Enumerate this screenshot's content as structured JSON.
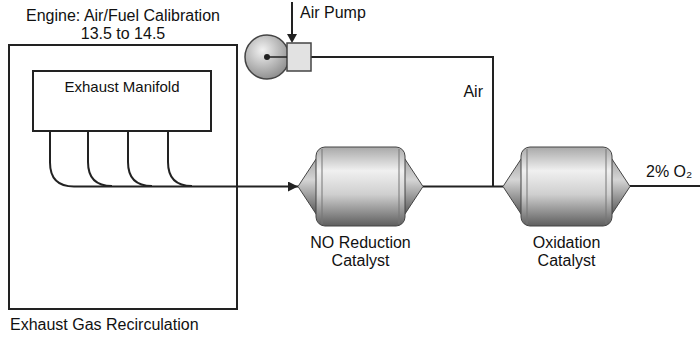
{
  "diagram": {
    "nodes": [
      {
        "text": [
          "Engine: Air/Fuel Calibration",
          "13.5 to 14.5"
        ]
      },
      {
        "text": [
          "Exhaust Manifold"
        ],
        "in": 0
      },
      {
        "text": [
          "Air Pump"
        ]
      },
      {
        "text": [
          "NO Reduction Catalyst"
        ]
      },
      {
        "text": [
          "Oxidation Catalyst"
        ]
      }
    ],
    "edges": [
      {
        "from": 1,
        "to": 3,
        "arrow": "to"
      },
      {
        "from": 2,
        "to": 4,
        "label": "Air",
        "arrow": "none"
      },
      {
        "from": 3,
        "to": 4,
        "arrow": "none"
      }
    ],
    "labels": [
      "2% O₂",
      "Exhaust Gas Recirculation"
    ]
  }
}
